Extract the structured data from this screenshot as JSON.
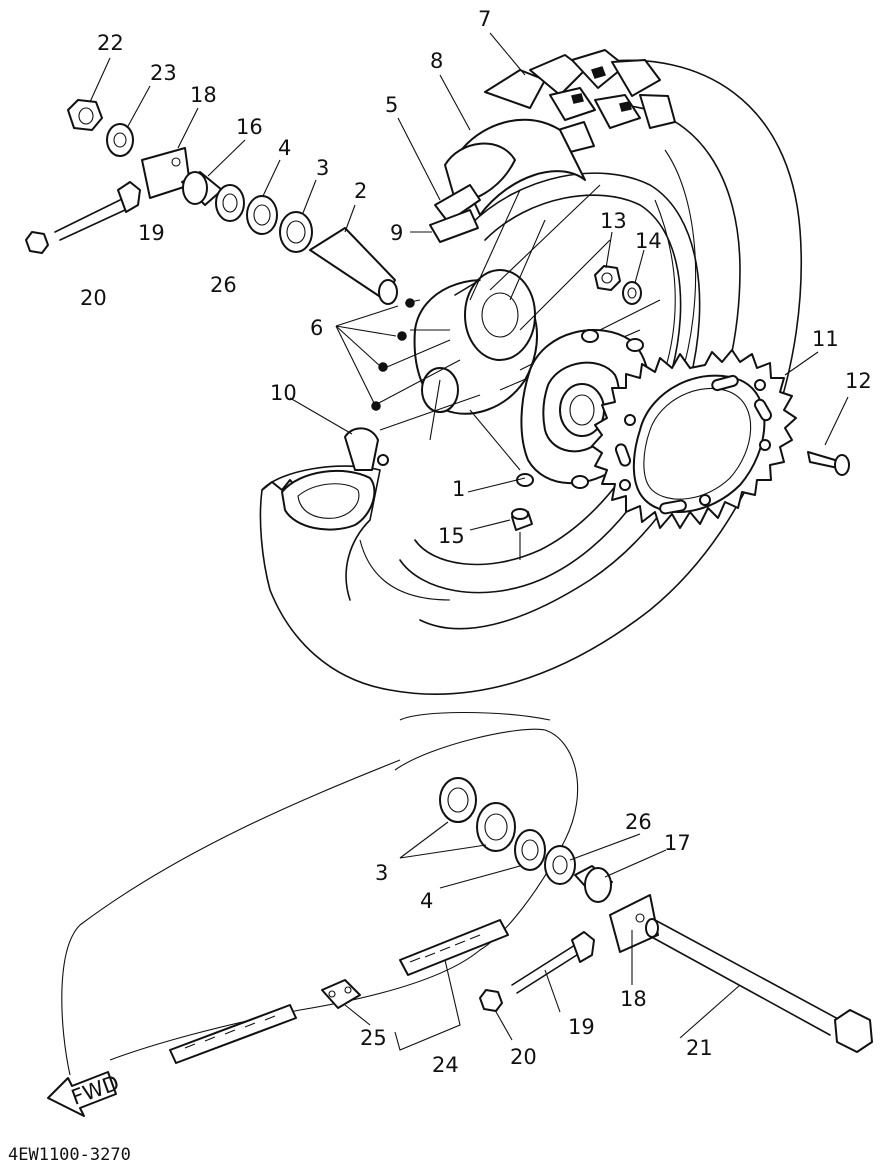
{
  "callouts": {
    "c1": "1",
    "c2": "2",
    "c3a": "3",
    "c3b": "3",
    "c4a": "4",
    "c4b": "4",
    "c5": "5",
    "c6": "6",
    "c7": "7",
    "c8": "8",
    "c9": "9",
    "c10": "10",
    "c11": "11",
    "c12": "12",
    "c13": "13",
    "c14": "14",
    "c15": "15",
    "c16": "16",
    "c17": "17",
    "c18a": "18",
    "c18b": "18",
    "c19a": "19",
    "c19b": "19",
    "c20a": "20",
    "c20b": "20",
    "c21": "21",
    "c22": "22",
    "c23": "23",
    "c24": "24",
    "c25": "25",
    "c26a": "26",
    "c26b": "26"
  },
  "fwd_label": "FWD",
  "diagram_code": "4EW1100-3270"
}
